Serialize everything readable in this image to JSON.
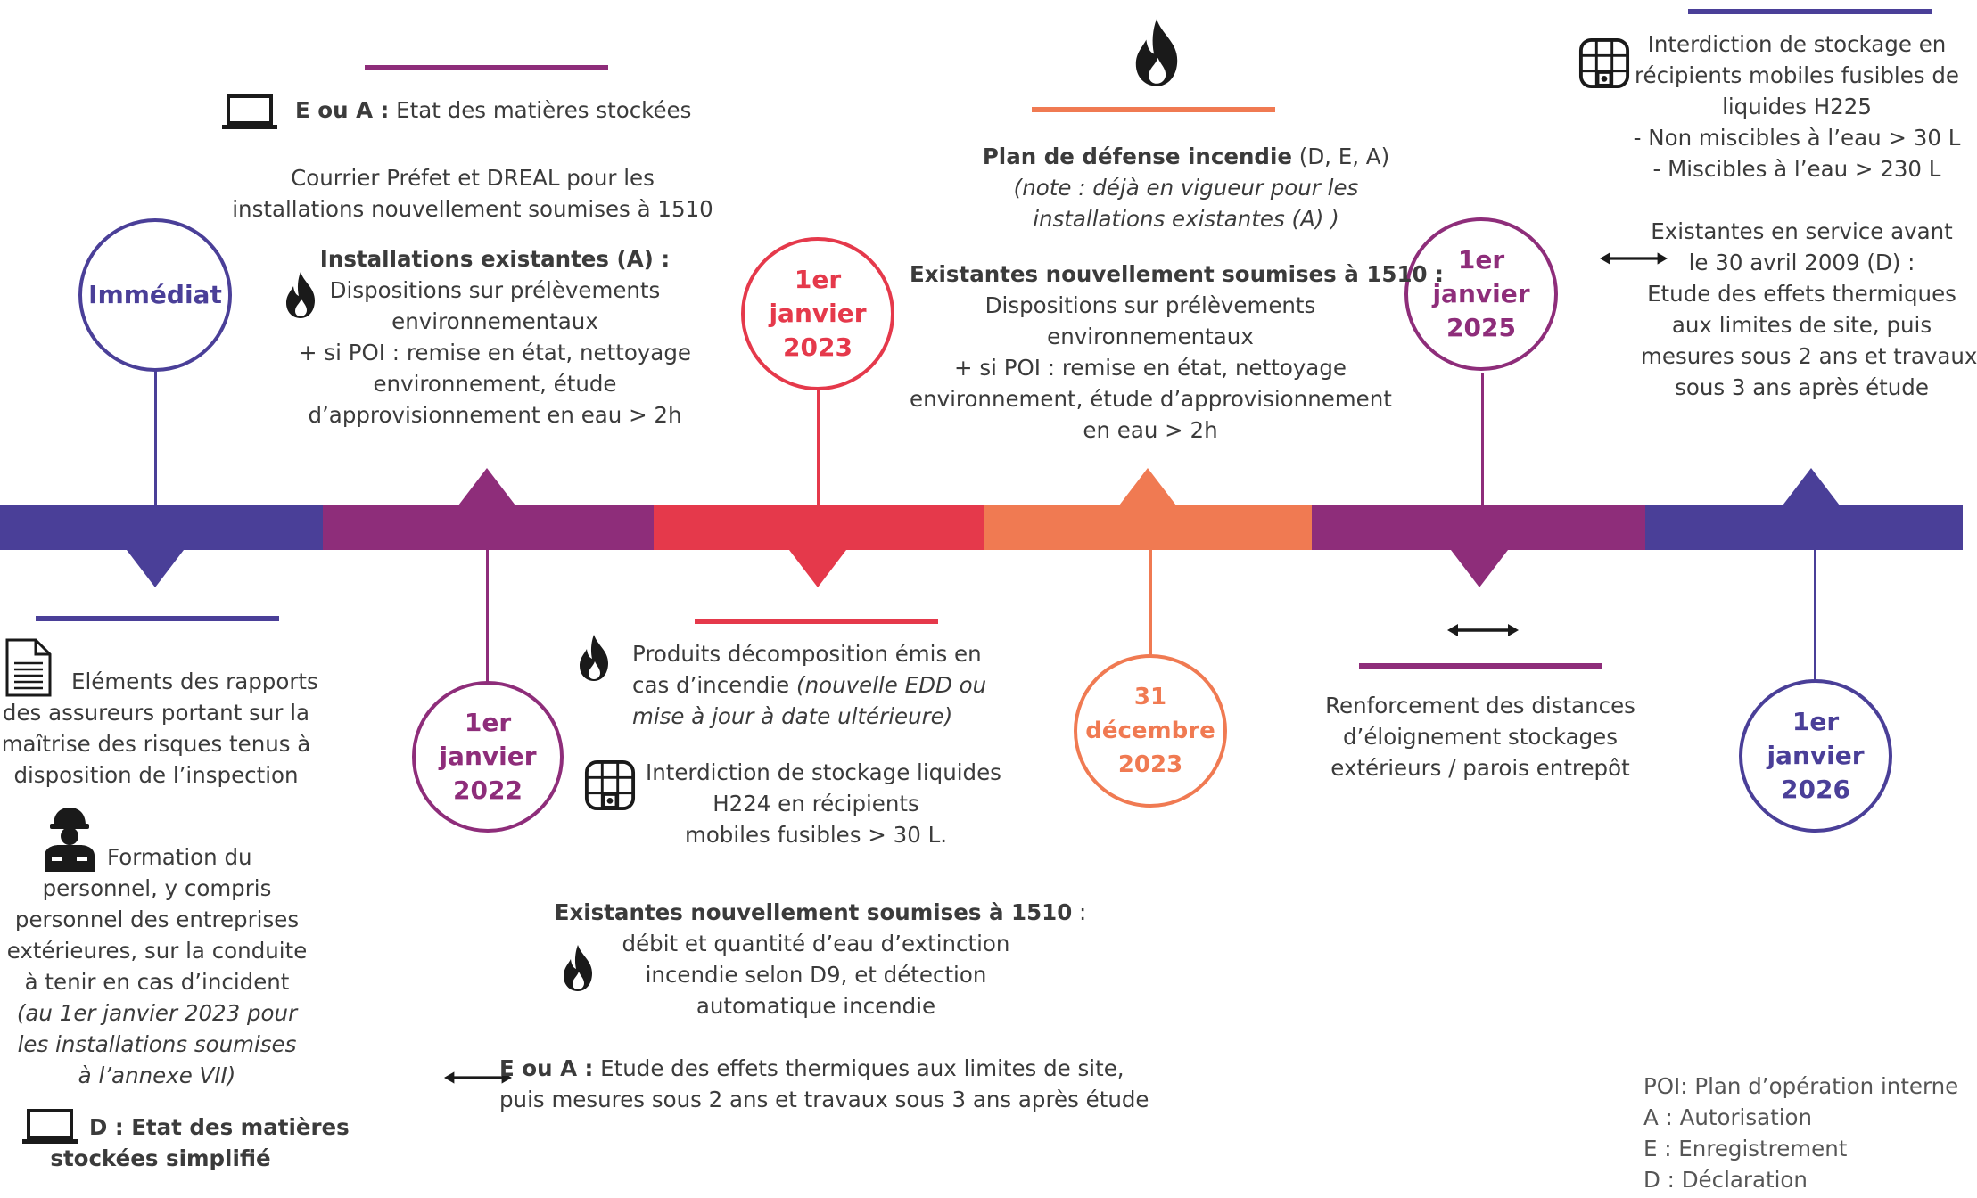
{
  "colors": {
    "indigo": "#4a3f98",
    "plum": "#8e2d7a",
    "red": "#e5394b",
    "orange": "#f07a52",
    "text": "#3b3b3b"
  },
  "icons": [
    "laptop-icon",
    "flame-icon",
    "document-icon",
    "firefighter-icon",
    "cabinet-icon",
    "double-arrow-icon"
  ],
  "milestones": {
    "m1": {
      "label": "Immédiat"
    },
    "m2": {
      "line1": "1er janvier",
      "line2": "2022"
    },
    "m3": {
      "line1": "1er janvier",
      "line2": "2023"
    },
    "m4": {
      "line1": "31 décembre",
      "line2": "2023"
    },
    "m5": {
      "line1": "1er janvier",
      "line2": "2025"
    },
    "m6": {
      "line1": "1er janvier",
      "line2": "2026"
    }
  },
  "imm": {
    "assureurs": [
      "Eléments des rapports",
      "des assureurs portant sur la",
      "maîtrise des risques tenus à",
      "disposition de l’inspection"
    ],
    "formation": [
      "Formation du",
      "personnel, y compris",
      "personnel des entreprises",
      "extérieures, sur la conduite",
      "à tenir en cas d’incident"
    ],
    "formation_note": [
      "(au 1er janvier 2023 pour",
      "les installations soumises",
      "à l’annexe VII)"
    ],
    "etat_d": [
      "D : Etat des matières",
      "stockées simplifié"
    ],
    "etat_ea_bold": "E ou A :",
    "etat_ea_text": " Etat des matières stockées",
    "courrier": [
      "Courrier Préfet et DREAL pour les",
      "installations nouvellement soumises à 1510"
    ],
    "existantes_title": "Installations existantes (A) :",
    "existantes_lines": [
      "Dispositions sur prélèvements",
      "environnementaux",
      "+ si POI : remise en état, nettoyage",
      "environnement, étude",
      "d’approvisionnement en eau > 2h"
    ]
  },
  "y2023": {
    "produits": [
      "Produits décomposition émis en",
      "cas d’incendie "
    ],
    "produits_italic": "(nouvelle EDD ou",
    "produits_italic2": "mise à jour à date ultérieure)",
    "h224": [
      "Interdiction de stockage liquides",
      "H224 en récipients",
      "mobiles fusibles > 30 L."
    ],
    "existantes_bold": "Existantes nouvellement soumises à 1510",
    "existantes_colon": " :",
    "existantes_lines": [
      "débit et quantité d’eau d’extinction",
      "incendie selon D9, et détection",
      "automatique incendie"
    ],
    "ea_bold": "E ou A :",
    "ea_text": " Etude des effets thermiques aux limites de site,",
    "ea_line2": "puis mesures sous 2 ans et travaux sous 3 ans après étude"
  },
  "dec2023": {
    "plan_bold": "Plan de défense incendie",
    "plan_text": " (D, E, A)",
    "plan_note": [
      "(note : déjà en vigueur pour les",
      "installations existantes (A) )"
    ],
    "existantes_title": "Existantes nouvellement soumises à 1510 :",
    "existantes_lines": [
      "Dispositions sur prélèvements",
      "environnementaux",
      "+ si POI : remise en état, nettoyage",
      "environnement, étude d’approvisionnement",
      "en eau > 2h"
    ]
  },
  "y2025": {
    "renforcement": [
      "Renforcement des distances",
      "d’éloignement stockages",
      "extérieurs / parois entrepôt"
    ]
  },
  "y2026": {
    "h225": [
      "Interdiction de stockage en",
      "récipients mobiles fusibles de",
      "liquides H225",
      "- Non miscibles à l’eau > 30 L",
      "- Miscibles à l’eau > 230 L"
    ],
    "existantes": [
      "Existantes en service avant",
      "le 30 avril 2009 (D) :",
      "Etude des effets thermiques",
      "aux limites de site, puis",
      "mesures sous 2 ans et travaux",
      "sous 3 ans après étude"
    ]
  },
  "legend": [
    "POI: Plan d’opération interne",
    "A : Autorisation",
    "E : Enregistrement",
    "D : Déclaration"
  ]
}
